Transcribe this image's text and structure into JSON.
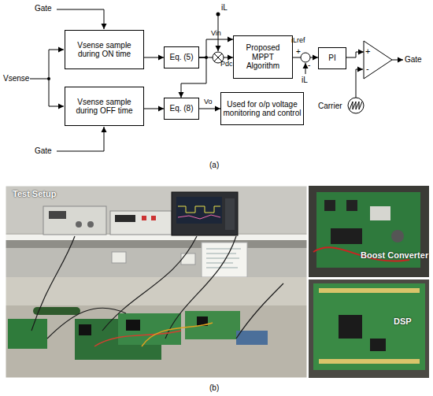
{
  "diagram": {
    "nodes": [
      {
        "text": [
          "Vsense sample during ON time"
        ]
      },
      {
        "text": [
          "Eq. (5)"
        ]
      },
      {
        "text": [
          "Proposed MPPT Algorithm"
        ]
      },
      {
        "text": [
          "PI"
        ]
      },
      {
        "text": [
          "+",
          "-"
        ]
      },
      {
        "text": [
          "Vsense sample during OFF time"
        ]
      },
      {
        "text": [
          "Eq. (8)"
        ]
      },
      {
        "text": [
          "Used for o/p voltage monitoring and control"
        ]
      }
    ],
    "edges": [
      {
        "from": 0,
        "to": 1,
        "arrow": "to"
      },
      {
        "from": 1,
        "to": 2,
        "arrow": "to",
        "label": "Vin"
      },
      {
        "from": 1,
        "to": 2,
        "arrow": "to",
        "label": "Pdc"
      },
      {
        "from": 1,
        "to": 6,
        "arrow": "to"
      },
      {
        "from": 2,
        "to": 3,
        "arrow": "to",
        "label": "iLref"
      },
      {
        "from": 3,
        "to": 4,
        "arrow": "to"
      },
      {
        "from": 5,
        "to": 6,
        "arrow": "to"
      },
      {
        "from": 6,
        "to": 7,
        "arrow": "to",
        "label": "Vo"
      }
    ],
    "labels": [
      "Gate",
      "Gate",
      "Gate",
      "Vsense",
      "iL",
      "iL",
      "+",
      "-",
      "Carrier",
      "(a)",
      "(b)",
      "Test Setup",
      "Boost Converter",
      "DSP"
    ]
  }
}
